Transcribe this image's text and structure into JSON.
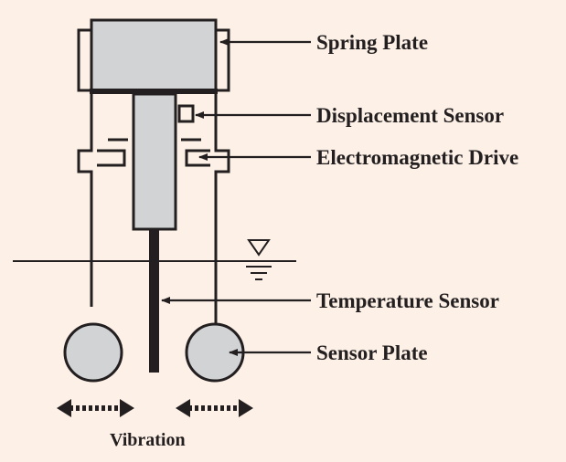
{
  "labels": {
    "spring_plate": "Spring Plate",
    "displacement_sensor": "Displacement Sensor",
    "electromagnetic_drive": "Electromagnetic Drive",
    "temperature_sensor": "Temperature Sensor",
    "sensor_plate": "Sensor Plate",
    "vibration": "Vibration"
  },
  "colors": {
    "background": "#fdf0e6",
    "ink": "#231f20",
    "part_fill": "#d1d3d4"
  }
}
